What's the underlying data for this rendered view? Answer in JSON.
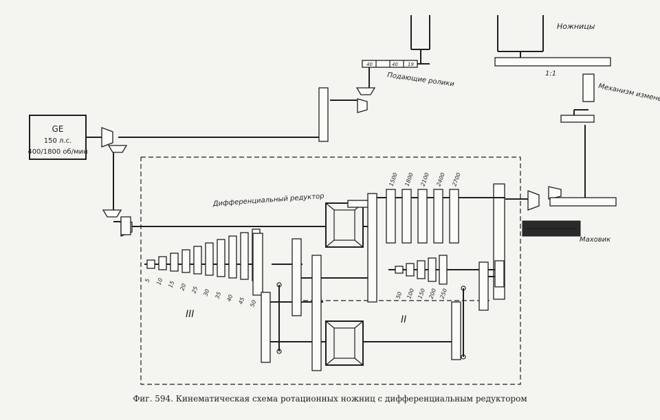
{
  "motor": {
    "name": "GE",
    "power": "150 л.с.",
    "speed": "400/1800 об/мин"
  },
  "labels": {
    "knives": "Ножницы",
    "feed_rollers": "Подающие ролики",
    "speed_mechanism": "Механизм изменения скорости",
    "flywheel": "Маховик",
    "diff_reducer": "Дифференциальный редуктор",
    "ratio": "1:1",
    "roman_3": "III",
    "roman_2": "II"
  },
  "cone_gears": [
    "5",
    "10",
    "15",
    "20",
    "25",
    "30",
    "35",
    "40",
    "45",
    "50"
  ],
  "upper_speeds": [
    "1500",
    "1800",
    "2100",
    "2400",
    "2700"
  ],
  "lower_speeds": [
    "50",
    "100",
    "150",
    "200",
    "250"
  ],
  "caption": "Фиг. 594. Кинематическая схема ротационных ножниц с дифференциальным редуктором"
}
